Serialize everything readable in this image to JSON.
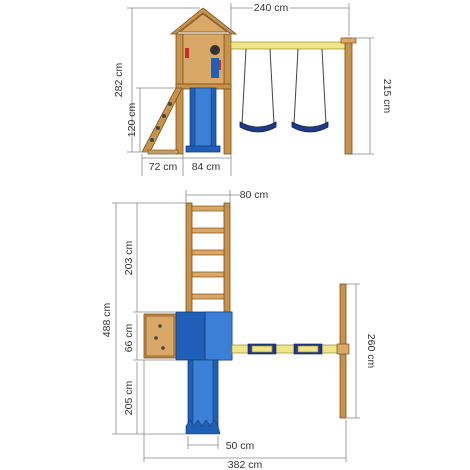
{
  "front_view": {
    "width_swing": "240 cm",
    "height_total": "282 cm",
    "height_platform": "120 cm",
    "height_beam": "215 cm",
    "width_climb": "72 cm",
    "width_tower": "84 cm"
  },
  "top_view": {
    "width_ladder": "80 cm",
    "length_total": "488 cm",
    "length_ladder": "203 cm",
    "length_tower": "66 cm",
    "length_slide": "205 cm",
    "length_swing": "260 cm",
    "width_slide": "50 cm",
    "width_total": "382 cm"
  },
  "colors": {
    "wood": "#c8924a",
    "slide_blue": "#1f5fb8",
    "beam_yellow": "#f0e58a"
  }
}
